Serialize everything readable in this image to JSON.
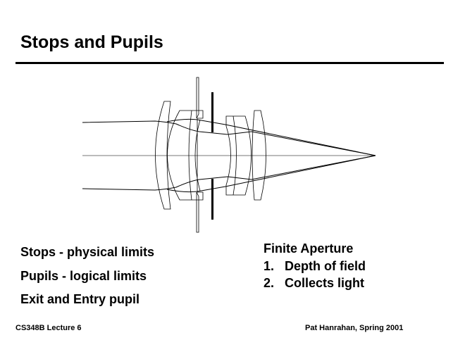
{
  "title": "Stops and Pupils",
  "left_items": [
    "Stops - physical limits",
    "Pupils - logical limits",
    "Exit and Entry pupil"
  ],
  "right": {
    "heading": "Finite Aperture",
    "items": [
      {
        "num": "1.",
        "text": "Depth of field"
      },
      {
        "num": "2.",
        "text": "Collects light"
      }
    ]
  },
  "footer": {
    "left": "CS348B Lecture 6",
    "right": "Pat Hanrahan, Spring 2001"
  }
}
